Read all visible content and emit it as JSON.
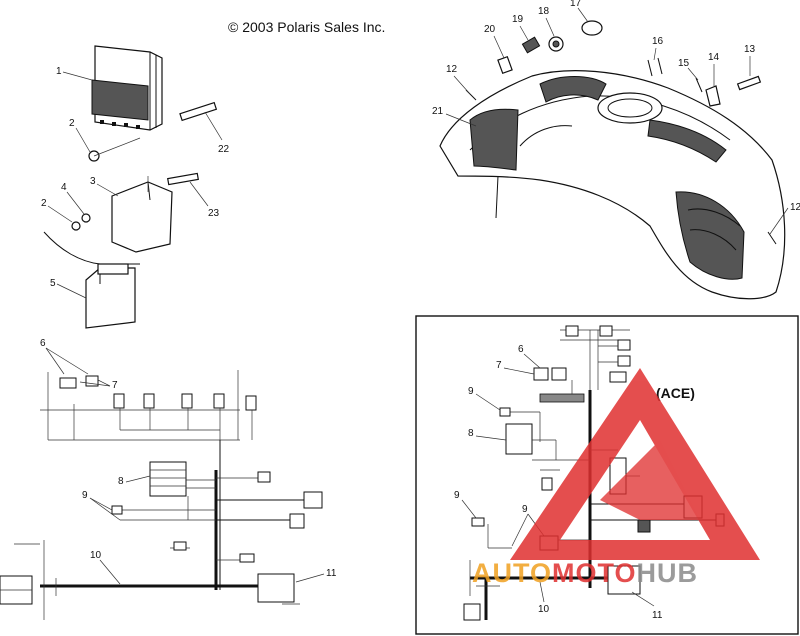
{
  "copyright": "© 2003 Polaris Sales Inc.",
  "inset_title": "(ACE)",
  "watermark": {
    "part1": "AUTO",
    "part2": "MOTO",
    "part3": "HUB",
    "color_red": "#e03030",
    "color_orange": "#f0a020",
    "color_gray": "#8a8a8a"
  },
  "callouts": {
    "c1": "1",
    "c2a": "2",
    "c2b": "2",
    "c3": "3",
    "c4": "4",
    "c5": "5",
    "c6": "6",
    "c7": "7",
    "c8": "8",
    "c9": "9",
    "c10": "10",
    "c11": "11",
    "c12": "12",
    "c12r": "12",
    "c13": "13",
    "c14": "14",
    "c15": "15",
    "c16": "16",
    "c17": "17",
    "c18": "18",
    "c19": "19",
    "c20": "20",
    "c21": "21",
    "c22": "22",
    "c23": "23"
  },
  "inset_callouts": {
    "c6": "6",
    "c7": "7",
    "c8": "8",
    "c9a": "9",
    "c9b": "9",
    "c9c": "9",
    "c10": "10",
    "c11": "11"
  }
}
